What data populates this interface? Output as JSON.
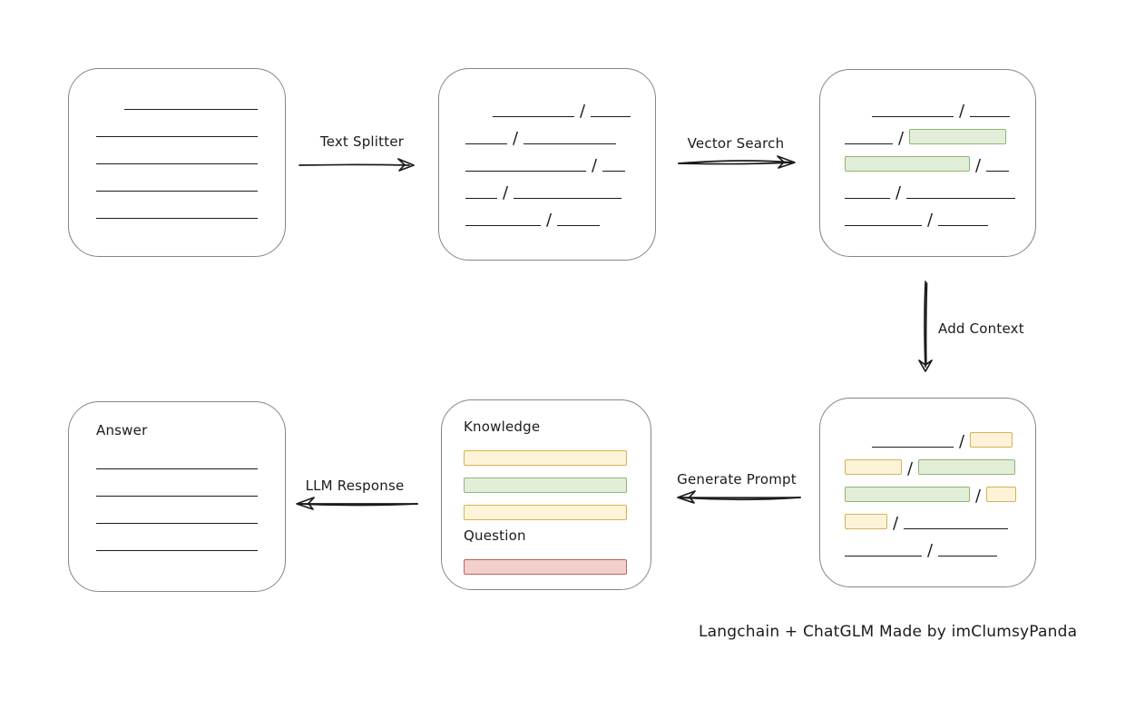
{
  "caption": "Langchain + ChatGLM Made by imClumsyPanda",
  "slash_char": "/",
  "palette": {
    "ink": "#1b1b1b",
    "box_border": "#858585",
    "green": {
      "fill": "#e3eed8",
      "stroke": "#8fb573"
    },
    "yellow": {
      "fill": "#fcf3d9",
      "stroke": "#d7b251"
    },
    "red": {
      "fill": "#f3cfcb",
      "stroke": "#c1635c"
    }
  },
  "arrows": {
    "text_splitter": {
      "label": "Text Splitter",
      "direction": "right"
    },
    "vector_search": {
      "label": "Vector Search",
      "direction": "right"
    },
    "add_context": {
      "label": "Add Context",
      "direction": "down"
    },
    "generate_prompt": {
      "label": "Generate Prompt",
      "direction": "left"
    },
    "llm_response": {
      "label": "LLM Response",
      "direction": "left"
    }
  },
  "boxes": {
    "document": {
      "rows": [
        {
          "tokens": [
            {
              "t": "sp",
              "w": 31
            },
            {
              "t": "ln",
              "w": 149
            }
          ]
        },
        {
          "tokens": [
            {
              "t": "ln",
              "w": 180
            }
          ]
        },
        {
          "tokens": [
            {
              "t": "ln",
              "w": 180
            }
          ]
        },
        {
          "tokens": [
            {
              "t": "ln",
              "w": 180
            }
          ]
        },
        {
          "tokens": [
            {
              "t": "ln",
              "w": 180
            }
          ]
        }
      ]
    },
    "chunks": {
      "rows": [
        {
          "tokens": [
            {
              "t": "sp",
              "w": 30
            },
            {
              "t": "ln",
              "w": 90
            },
            {
              "t": "sl"
            },
            {
              "t": "ln",
              "w": 44
            }
          ]
        },
        {
          "tokens": [
            {
              "t": "ln",
              "w": 46
            },
            {
              "t": "sl"
            },
            {
              "t": "ln",
              "w": 102
            }
          ]
        },
        {
          "tokens": [
            {
              "t": "ln",
              "w": 133
            },
            {
              "t": "sl"
            },
            {
              "t": "ln",
              "w": 25
            }
          ]
        },
        {
          "tokens": [
            {
              "t": "ln",
              "w": 35
            },
            {
              "t": "sl"
            },
            {
              "t": "ln",
              "w": 119
            }
          ]
        },
        {
          "tokens": [
            {
              "t": "ln",
              "w": 83
            },
            {
              "t": "sl"
            },
            {
              "t": "ln",
              "w": 47
            }
          ]
        }
      ]
    },
    "vector_result": {
      "rows": [
        {
          "tokens": [
            {
              "t": "sp",
              "w": 30
            },
            {
              "t": "ln",
              "w": 90
            },
            {
              "t": "sl"
            },
            {
              "t": "ln",
              "w": 44
            }
          ]
        },
        {
          "tokens": [
            {
              "t": "ln",
              "w": 53
            },
            {
              "t": "sl"
            },
            {
              "t": "chip",
              "c": "green",
              "w": 107
            }
          ]
        },
        {
          "tokens": [
            {
              "t": "chip",
              "c": "green",
              "w": 138
            },
            {
              "t": "sl"
            },
            {
              "t": "ln",
              "w": 25
            }
          ]
        },
        {
          "tokens": [
            {
              "t": "ln",
              "w": 50
            },
            {
              "t": "sl"
            },
            {
              "t": "ln",
              "w": 120
            }
          ]
        },
        {
          "tokens": [
            {
              "t": "ln",
              "w": 85
            },
            {
              "t": "sl"
            },
            {
              "t": "ln",
              "w": 55
            }
          ]
        }
      ]
    },
    "context": {
      "rows": [
        {
          "tokens": [
            {
              "t": "sp",
              "w": 30
            },
            {
              "t": "ln",
              "w": 90
            },
            {
              "t": "sl"
            },
            {
              "t": "chip",
              "c": "yellow",
              "w": 47
            }
          ]
        },
        {
          "tokens": [
            {
              "t": "chip",
              "c": "yellow",
              "w": 63
            },
            {
              "t": "sl"
            },
            {
              "t": "chip",
              "c": "green",
              "w": 107
            }
          ]
        },
        {
          "tokens": [
            {
              "t": "chip",
              "c": "green",
              "w": 138
            },
            {
              "t": "sl"
            },
            {
              "t": "chip",
              "c": "yellow",
              "w": 33
            }
          ]
        },
        {
          "tokens": [
            {
              "t": "chip",
              "c": "yellow",
              "w": 47
            },
            {
              "t": "sl"
            },
            {
              "t": "ln",
              "w": 115
            }
          ]
        },
        {
          "tokens": [
            {
              "t": "ln",
              "w": 85
            },
            {
              "t": "sl"
            },
            {
              "t": "ln",
              "w": 65
            }
          ]
        }
      ]
    },
    "prompt": {
      "rows": [
        {
          "label": "Knowledge"
        },
        {
          "tokens": [
            {
              "t": "chip",
              "c": "yellow",
              "w": 180
            }
          ]
        },
        {
          "tokens": [
            {
              "t": "chip",
              "c": "green",
              "w": 180
            }
          ]
        },
        {
          "tokens": [
            {
              "t": "chip",
              "c": "yellow",
              "w": 180
            }
          ]
        },
        {
          "label": "Question",
          "mt": 8
        },
        {
          "tokens": [
            {
              "t": "chip",
              "c": "red",
              "w": 180
            }
          ]
        }
      ]
    },
    "answer": {
      "rows": [
        {
          "label": "Answer"
        },
        {
          "tokens": [
            {
              "t": "ln",
              "w": 180
            }
          ]
        },
        {
          "tokens": [
            {
              "t": "ln",
              "w": 180
            }
          ]
        },
        {
          "tokens": [
            {
              "t": "ln",
              "w": 180
            }
          ]
        },
        {
          "tokens": [
            {
              "t": "ln",
              "w": 180
            }
          ]
        }
      ]
    }
  }
}
